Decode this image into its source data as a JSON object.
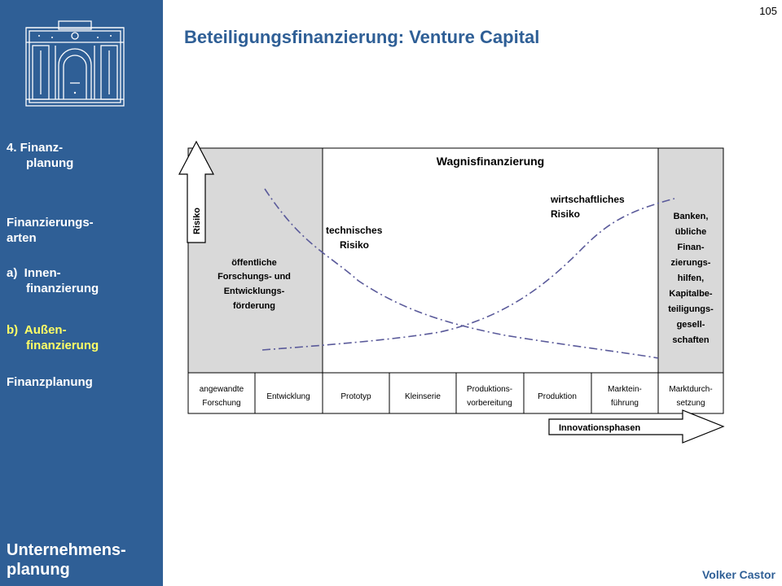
{
  "page_number": "105",
  "title": "Beteiligungsfinanzierung: Venture Capital",
  "author": "Volker Castor",
  "sidebar": {
    "logo_icon": "building-facade-icon",
    "items": [
      {
        "line1": "4. Finanz-",
        "line2": "planung"
      },
      {
        "line1": "Finanzierungs-",
        "line2": "arten"
      },
      {
        "line1": "a)  Innen-",
        "line2": "finanzierung"
      },
      {
        "line1": "b)  Außen-",
        "line2": "finanzierung"
      },
      {
        "line1": "Finanzplanung"
      }
    ],
    "bottom_title_line1": "Unternehmens-",
    "bottom_title_line2": "planung",
    "active_color": "#ffff66",
    "background_color": "#2f5f96"
  },
  "diagram": {
    "header": "Wagnisfinanzierung",
    "risk_axis_label": "Risiko",
    "left_box_lines": [
      "öffentliche",
      "Forschungs- und",
      "Entwicklungs-",
      "förderung"
    ],
    "right_box_lines": [
      "Banken,",
      "übliche",
      "Finan-",
      "zierungs-",
      "hilfen,",
      "Kapitalbe-",
      "teiligungs-",
      "gesell-",
      "schaften"
    ],
    "tech_risk_lines": [
      "technisches",
      "Risiko"
    ],
    "econ_risk_lines": [
      "wirtschaftliches",
      "Risiko"
    ],
    "phases": [
      [
        "angewandte",
        "Forschung"
      ],
      [
        "Entwicklung"
      ],
      [
        "Prototyp"
      ],
      [
        "Kleinserie"
      ],
      [
        "Produktions-",
        "vorbereitung"
      ],
      [
        "Produktion"
      ],
      [
        "Marktein-",
        "führung"
      ],
      [
        "Marktdurch-",
        "setzung"
      ]
    ],
    "innovation_arrow_label": "Innovationsphasen",
    "curve_color": "#5a5a9a",
    "shaded_color": "#d9d9d9"
  }
}
